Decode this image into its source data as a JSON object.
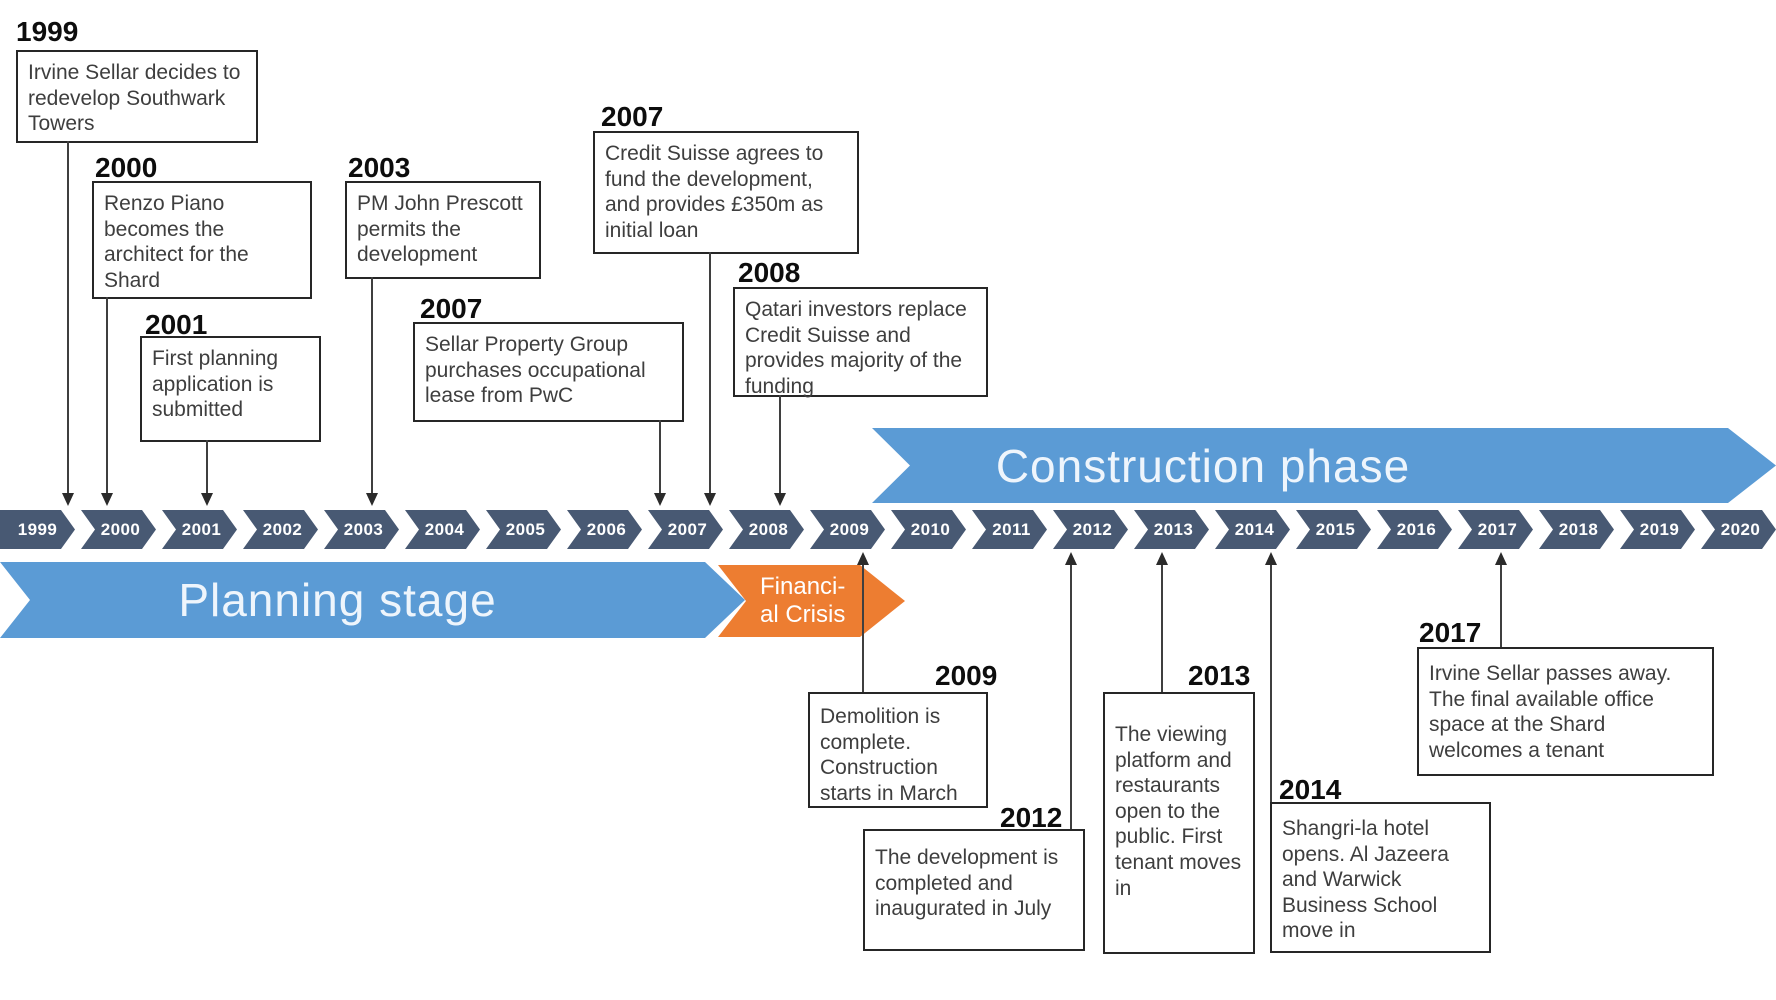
{
  "timeline": {
    "years": [
      "1999",
      "2000",
      "2001",
      "2002",
      "2003",
      "2004",
      "2005",
      "2006",
      "2007",
      "2008",
      "2009",
      "2010",
      "2011",
      "2012",
      "2015",
      "2016",
      "2017",
      "2018",
      "2019",
      "2020"
    ],
    "years_full": [
      "1999",
      "2000",
      "2001",
      "2002",
      "2003",
      "2004",
      "2005",
      "2006",
      "2007",
      "2008",
      "2009",
      "2010",
      "2011",
      "2012",
      "2013",
      "2014",
      "2015",
      "2016",
      "2017",
      "2018",
      "2019",
      "2020"
    ]
  },
  "phases": {
    "planning": {
      "label": "Planning stage",
      "color": "#5B9BD5"
    },
    "financial": {
      "lines": [
        "Financi-",
        "al Crisis"
      ],
      "color": "#ED7D31"
    },
    "construction": {
      "label": "Construction phase",
      "color": "#5B9BD5"
    }
  },
  "colors": {
    "bar": "#485973",
    "phase_blue": "#5B9BD5",
    "phase_orange": "#ED7D31"
  },
  "events_top": [
    {
      "year": "1999",
      "text": "Irvine Sellar decides to redevelop Southwark Towers"
    },
    {
      "year": "2000",
      "text": "Renzo Piano becomes the architect for the Shard"
    },
    {
      "year": "2001",
      "text": "First planning application is submitted"
    },
    {
      "year": "2003",
      "text": "PM John Prescott permits the development"
    },
    {
      "year": "2007",
      "text": "Sellar Property Group purchases occupational lease from PwC"
    },
    {
      "year": "2007",
      "text": "Credit Suisse agrees to fund the development, and provides £350m as initial loan"
    },
    {
      "year": "2008",
      "text": "Qatari investors replace Credit Suisse and provides majority of the funding"
    }
  ],
  "events_bottom": [
    {
      "year": "2009",
      "text": "Demolition is complete. Construction starts in March"
    },
    {
      "year": "2012",
      "text": "The development is completed and inaugurated in July"
    },
    {
      "year": "2013",
      "text": "The viewing platform and restaurants open to the public. First tenant moves in"
    },
    {
      "year": "2014",
      "text": "Shangri-la hotel opens. Al Jazeera and Warwick Business School move in"
    },
    {
      "year": "2017",
      "text": "Irvine Sellar passes away. The final available office space at the Shard welcomes a tenant"
    }
  ]
}
